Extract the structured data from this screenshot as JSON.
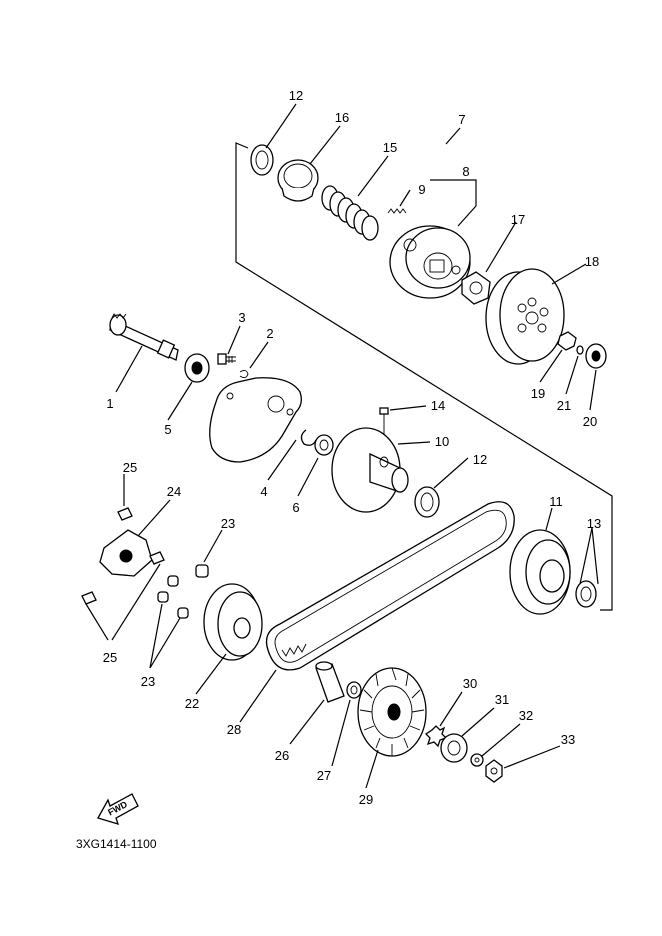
{
  "diagram_code": "3XG1414-1100",
  "fwd_label": "FWD",
  "labels": {
    "p1": "1",
    "p2": "2",
    "p3": "3",
    "p4": "4",
    "p5": "5",
    "p6": "6",
    "p7": "7",
    "p8": "8",
    "p9": "9",
    "p10": "10",
    "p11": "11",
    "p12a": "12",
    "p12b": "12",
    "p13": "13",
    "p14": "14",
    "p15": "15",
    "p16": "16",
    "p17": "17",
    "p18": "18",
    "p19": "19",
    "p20": "20",
    "p21": "21",
    "p22": "22",
    "p23a": "23",
    "p23b": "23",
    "p24": "24",
    "p25a": "25",
    "p25b": "25",
    "p26": "26",
    "p27": "27",
    "p28": "28",
    "p29": "29",
    "p30": "30",
    "p31": "31",
    "p32": "32",
    "p33": "33"
  }
}
